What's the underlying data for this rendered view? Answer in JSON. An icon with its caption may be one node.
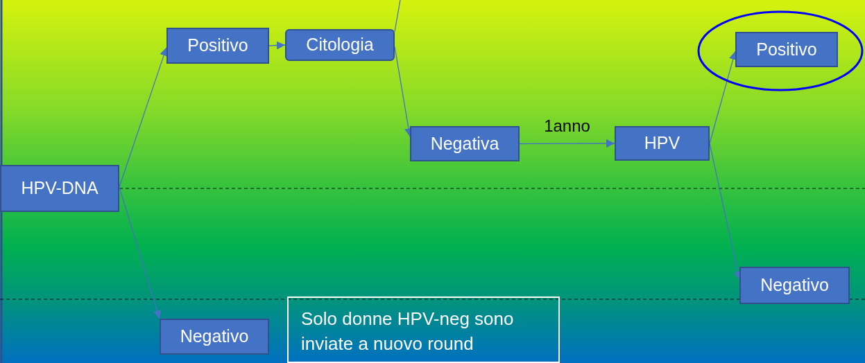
{
  "diagram": {
    "nodes": [
      {
        "text": [
          "HPV-DNA"
        ]
      },
      {
        "text": [
          "Positivo"
        ]
      },
      {
        "text": [
          "Citologia"
        ]
      },
      {
        "text": [
          "Negativa"
        ]
      },
      {
        "text": [
          "HPV"
        ]
      },
      {
        "text": [],
        "shape": "ellipse"
      },
      {
        "text": [
          "Positivo"
        ],
        "in": 5
      },
      {
        "text": [
          "Negativo"
        ]
      },
      {
        "text": [
          "Negativo"
        ]
      },
      {
        "text": [
          "Solo donne HPV-neg sono inviate a nuovo round"
        ]
      }
    ],
    "edges": [
      {
        "from": 0,
        "to": 1,
        "arrow": "to"
      },
      {
        "from": 1,
        "to": 2,
        "arrow": "to"
      },
      {
        "from": 2,
        "to": 3,
        "arrow": "to"
      },
      {
        "from": 3,
        "to": 4,
        "arrow": "to",
        "label": "1anno"
      },
      {
        "from": 4,
        "to": 6,
        "arrow": "to"
      },
      {
        "from": 4,
        "to": 7,
        "arrow": "to"
      },
      {
        "from": 0,
        "to": 8,
        "arrow": "to"
      },
      {
        "from": 2,
        "to": null,
        "arrow": "none"
      }
    ]
  }
}
